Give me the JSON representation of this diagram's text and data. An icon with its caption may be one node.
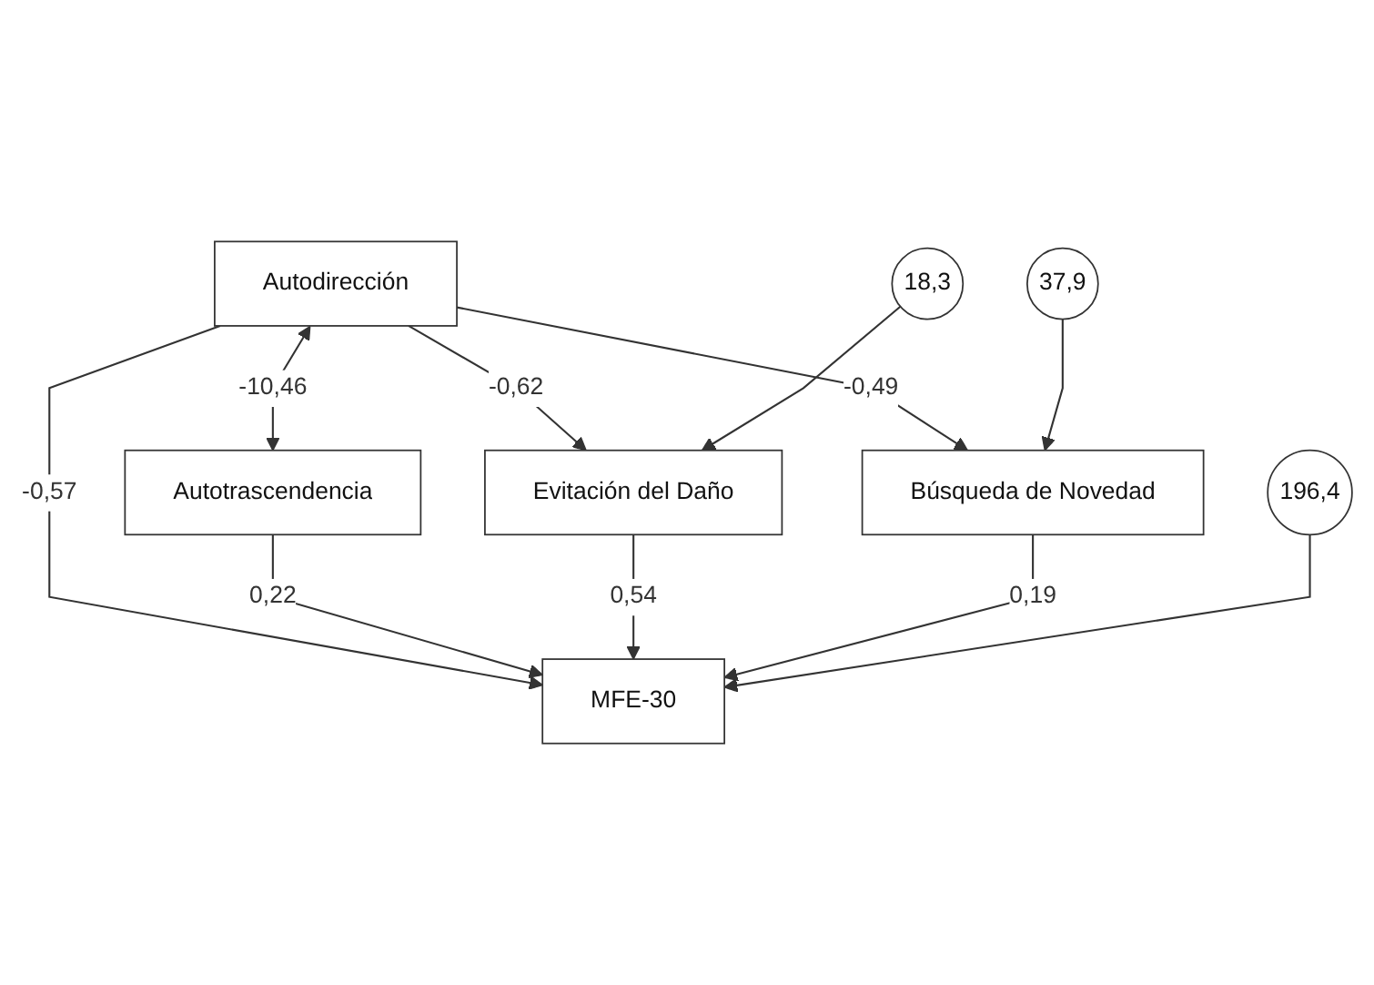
{
  "diagram": {
    "nodes": [
      {
        "text": [
          "Autodirección"
        ]
      },
      {
        "text": [
          "Autotrascendencia"
        ]
      },
      {
        "text": [
          "18,3"
        ]
      },
      {
        "text": [
          "37,9"
        ]
      },
      {
        "text": [
          "Evitación del Daño"
        ]
      },
      {
        "text": [
          "Búsqueda de Novedad"
        ]
      },
      {
        "text": [
          "MFE-30"
        ]
      },
      {
        "text": [
          "196,4"
        ]
      }
    ],
    "edges": [
      {
        "from": 0,
        "to": 1,
        "arrow": "both",
        "label": "-10,46"
      },
      {
        "from": 0,
        "to": 4,
        "arrow": "to",
        "label": "-0,62"
      },
      {
        "from": 0,
        "to": 5,
        "arrow": "to",
        "label": "-0,49"
      },
      {
        "from": 0,
        "to": 6,
        "arrow": "to",
        "label": "-0,57"
      },
      {
        "from": 1,
        "to": 6,
        "arrow": "to",
        "label": "0,22"
      },
      {
        "from": 2,
        "to": 4,
        "arrow": "to"
      },
      {
        "from": 3,
        "to": 5,
        "arrow": "to"
      },
      {
        "from": 4,
        "to": 6,
        "arrow": "to",
        "label": "0,54"
      },
      {
        "from": 5,
        "to": 6,
        "arrow": "to",
        "label": "0,19"
      },
      {
        "from": 7,
        "to": 6,
        "arrow": "to"
      }
    ]
  }
}
